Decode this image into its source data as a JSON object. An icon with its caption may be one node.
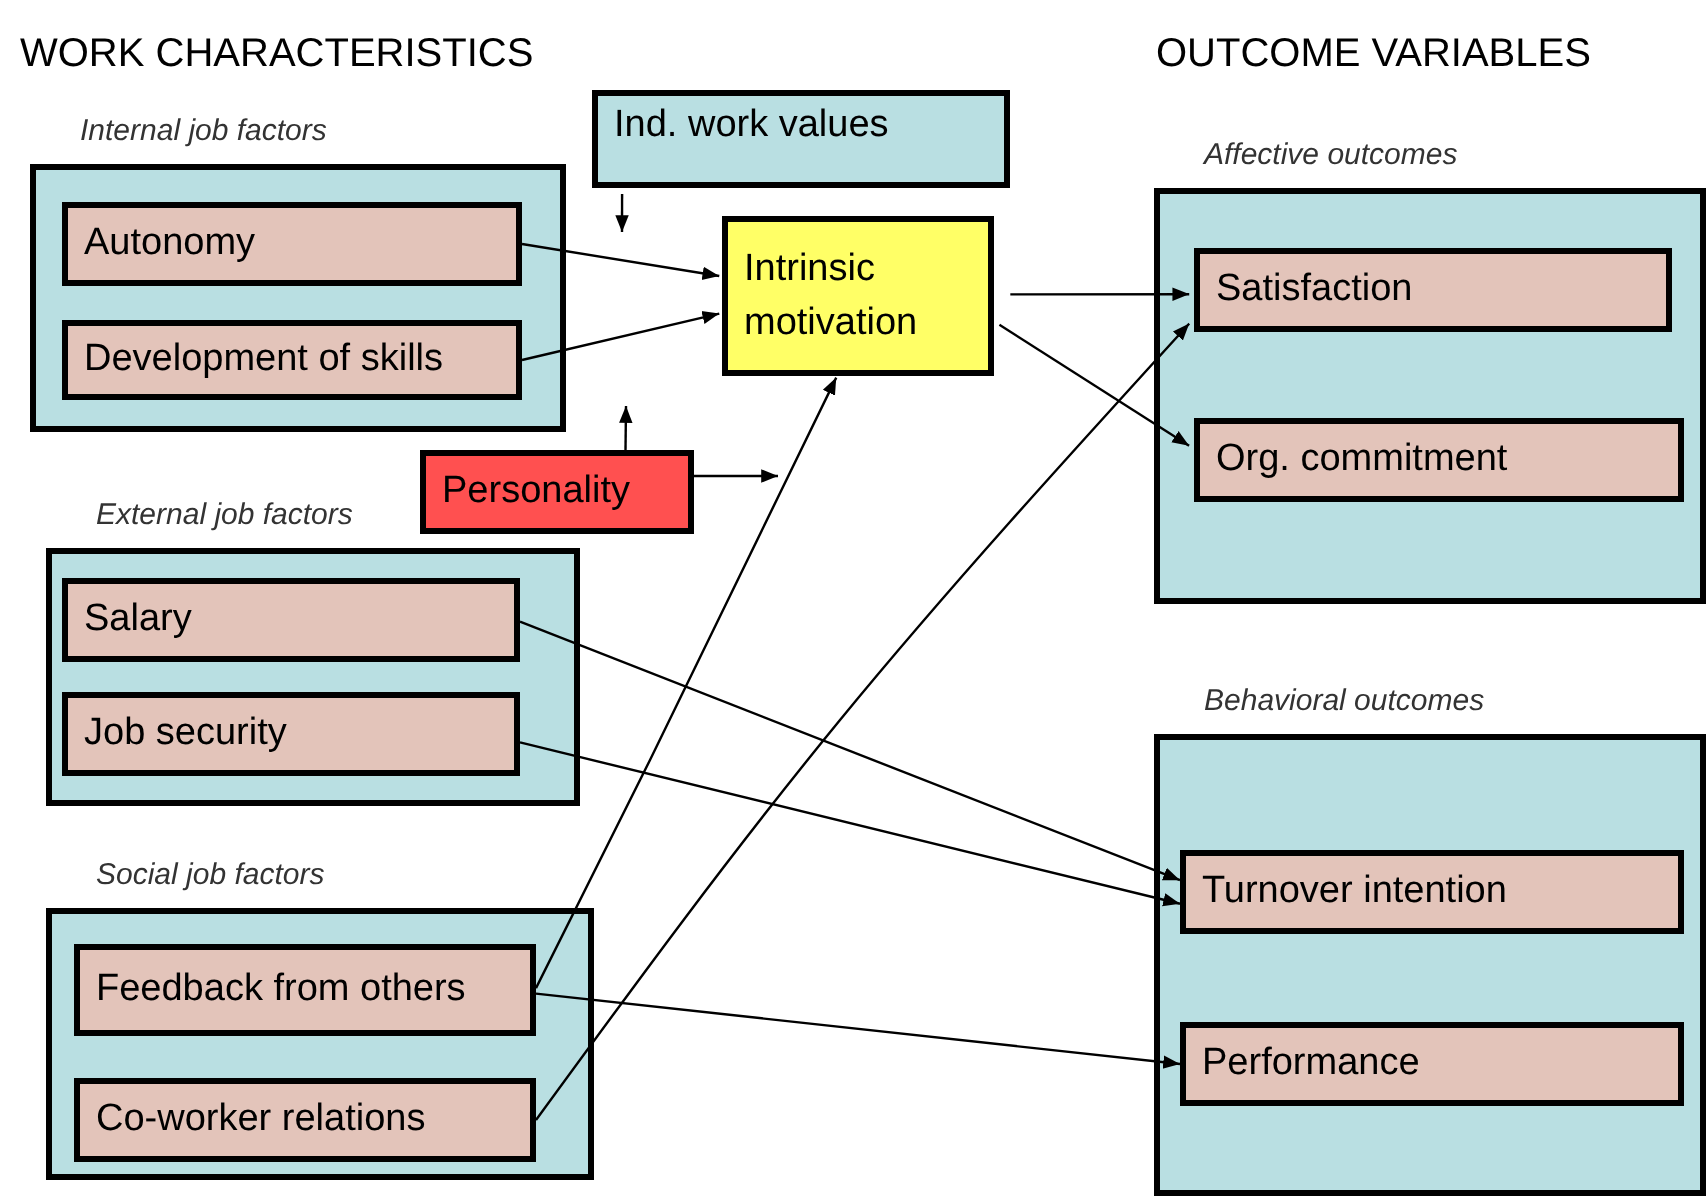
{
  "diagram": {
    "nodes": [
      {
        "text": [
          "Internal job factors"
        ]
      },
      {
        "text": [
          "Autonomy"
        ],
        "in": 0
      },
      {
        "text": [
          "Development of skills"
        ],
        "in": 0
      },
      {
        "text": [
          "Ind. work values"
        ]
      },
      {
        "text": [
          "Intrinsic motivation"
        ]
      },
      {
        "text": [
          "Personality"
        ]
      },
      {
        "text": [
          "External job factors"
        ]
      },
      {
        "text": [
          "Salary"
        ],
        "in": 6
      },
      {
        "text": [
          "Job security"
        ],
        "in": 6
      },
      {
        "text": [
          "Social job factors"
        ]
      },
      {
        "text": [
          "Feedback from others"
        ],
        "in": 9
      },
      {
        "text": [
          "Co-worker relations"
        ],
        "in": 9
      },
      {
        "text": [
          "Affective outcomes"
        ]
      },
      {
        "text": [
          "Satisfaction"
        ],
        "in": 12
      },
      {
        "text": [
          "Org. commitment"
        ],
        "in": 12
      },
      {
        "text": [
          "Behavioral outcomes"
        ]
      },
      {
        "text": [
          "Turnover intention"
        ],
        "in": 15
      },
      {
        "text": [
          "Performance"
        ],
        "in": 15
      }
    ],
    "edges": [
      {
        "from": 3,
        "to": null,
        "arrow": "to"
      },
      {
        "from": 1,
        "to": 4,
        "arrow": "to"
      },
      {
        "from": 2,
        "to": 4,
        "arrow": "to"
      },
      {
        "from": 5,
        "to": null,
        "arrow": "to"
      },
      {
        "from": 5,
        "to": null,
        "arrow": "to"
      },
      {
        "from": 4,
        "to": 13,
        "arrow": "to"
      },
      {
        "from": 4,
        "to": 14,
        "arrow": "to"
      },
      {
        "from": 7,
        "to": 16,
        "arrow": "to"
      },
      {
        "from": 8,
        "to": 16,
        "arrow": "to"
      },
      {
        "from": 10,
        "to": 4,
        "arrow": "to"
      },
      {
        "from": 10,
        "to": 17,
        "arrow": "to"
      },
      {
        "from": 11,
        "to": 13,
        "arrow": "to"
      }
    ],
    "labels": [
      "WORK CHARACTERISTICS",
      "OUTCOME VARIABLES"
    ]
  }
}
